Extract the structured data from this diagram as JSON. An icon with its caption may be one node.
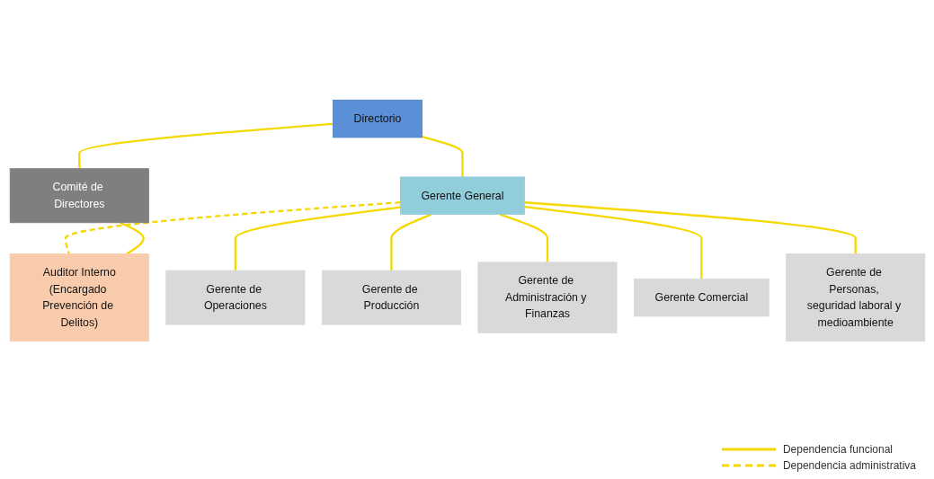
{
  "diagram": {
    "nodes": [
      {
        "text": [
          "Directorio"
        ]
      },
      {
        "text": [
          "Comité de Directores"
        ]
      },
      {
        "text": [
          "Gerente General"
        ]
      },
      {
        "text": [
          "Gerente de Operaciones"
        ]
      },
      {
        "text": [
          "Gerente de Producción"
        ]
      },
      {
        "text": [
          "Gerente de Administración y Finanzas"
        ]
      },
      {
        "text": [
          "Gerente Comercial"
        ]
      },
      {
        "text": [
          "Gerente de Personas, seguridad laboral y medioambiente"
        ]
      },
      {
        "text": [
          "Auditor Interno",
          "(Encargado Prevención de Delitos)"
        ]
      }
    ],
    "edges": [
      {
        "from": 0,
        "to": 1,
        "arrow": "none"
      },
      {
        "from": 0,
        "to": 2,
        "arrow": "none"
      },
      {
        "from": 2,
        "to": 3,
        "arrow": "none"
      },
      {
        "from": 2,
        "to": 4,
        "arrow": "none"
      },
      {
        "from": 2,
        "to": 5,
        "arrow": "none"
      },
      {
        "from": 2,
        "to": 6,
        "arrow": "none"
      },
      {
        "from": 2,
        "to": 7,
        "arrow": "none"
      },
      {
        "from": 2,
        "to": 8,
        "arrow": "none",
        "style": "dashed"
      },
      {
        "from": 1,
        "to": 8,
        "arrow": "none"
      }
    ],
    "legend": [
      {
        "text": "Dependencia funcional"
      },
      {
        "text": "Dependencia administrativa"
      }
    ]
  }
}
